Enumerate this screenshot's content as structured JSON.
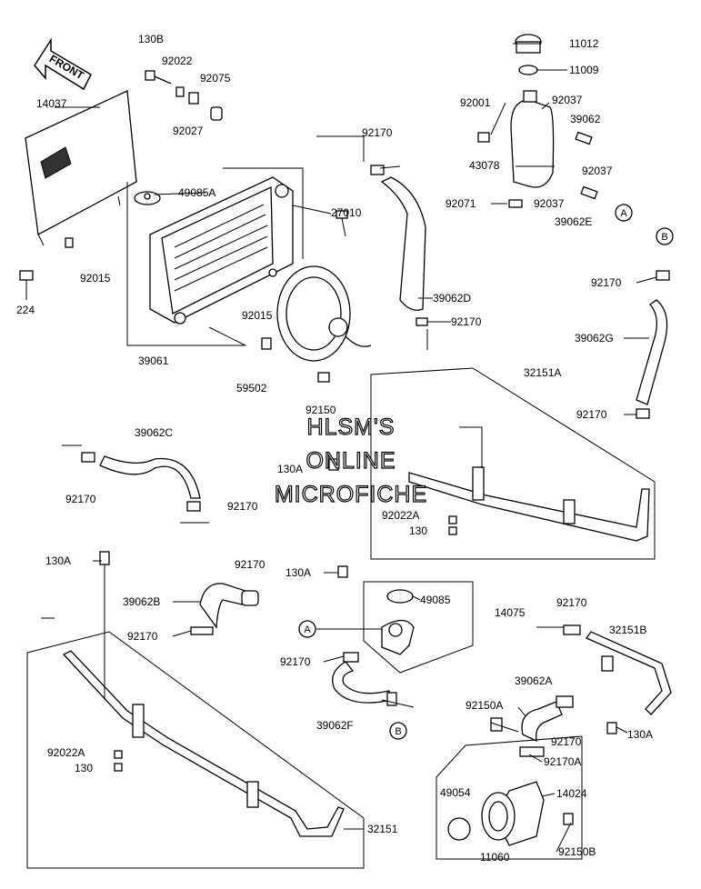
{
  "front_label": "FRONT",
  "watermark": {
    "line1": "HLSM'S",
    "line2": "ONLINE",
    "line3": "MICROFICHE"
  },
  "refs": {
    "a": "A",
    "b": "B"
  },
  "labels": {
    "l130b": "130B",
    "l92022": "92022",
    "l92075": "92075",
    "l92027": "92027",
    "l14037": "14037",
    "l92015a": "92015",
    "l224": "224",
    "l49085a": "49085A",
    "l27010": "27010",
    "l39061": "39061",
    "l92015b": "92015",
    "l59502": "59502",
    "l92150": "92150",
    "l92170a": "92170",
    "l39062d": "39062D",
    "l92170b": "92170",
    "l11012": "11012",
    "l11009": "11009",
    "l92001": "92001",
    "l92037a": "92037",
    "l39062": "39062",
    "l43078": "43078",
    "l92037b": "92037",
    "l92071": "92071",
    "l92037c": "92037",
    "l39062e": "39062E",
    "l92170c": "92170",
    "l39062g": "39062G",
    "l32151a": "32151A",
    "l92170d": "92170",
    "l39062c": "39062C",
    "l92170e": "92170",
    "l92170f": "92170",
    "l130a1": "130A",
    "l92022a1": "92022A",
    "l130_1": "130",
    "l130a2": "130A",
    "l92170g": "92170",
    "l39062b": "39062B",
    "l92170h": "92170",
    "l130a3": "130A",
    "l49085": "49085",
    "l14075": "14075",
    "l92170i": "92170",
    "l39062f": "39062F",
    "l92170j": "92170",
    "l32151b": "32151B",
    "l39062a": "39062A",
    "l92150a": "92150A",
    "l92170k": "92170",
    "l130a4": "130A",
    "l92022a2": "92022A",
    "l130_2": "130",
    "l92170a2": "92170A",
    "l49054": "49054",
    "l14024": "14024",
    "l32151": "32151",
    "l11060": "11060",
    "l92150b": "92150B"
  }
}
